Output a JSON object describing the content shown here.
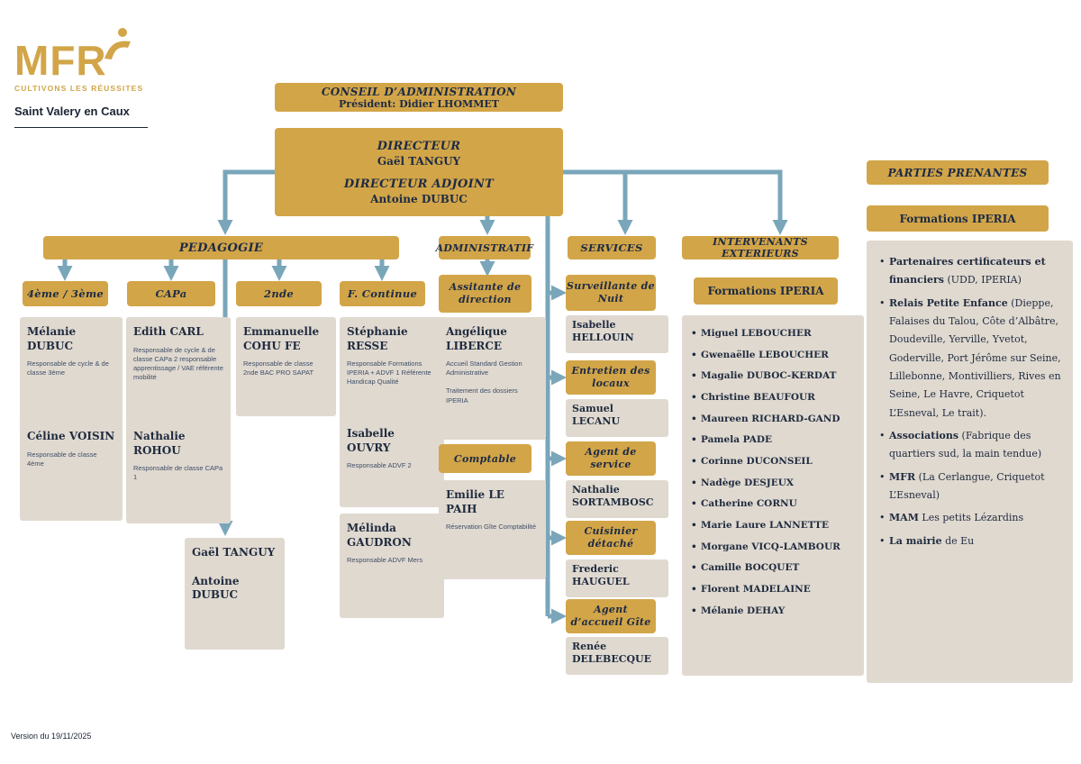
{
  "colors": {
    "gold": "#D2A548",
    "beige": "#E0D9D0",
    "blue": "#7AA6BA",
    "navy": "#1D2B45"
  },
  "logo": {
    "brand": "MFR",
    "tagline": "CULTIVONS LES RÉUSSITES",
    "site": "Saint Valery en Caux"
  },
  "board": {
    "title": "CONSEIL D’ADMINISTRATION",
    "president": "Président: Didier LHOMMET"
  },
  "direction": {
    "role1": "DIRECTEUR",
    "name1": "Gaël TANGUY",
    "role2": "DIRECTEUR ADJOINT",
    "name2": "Antoine DUBUC"
  },
  "pedagogie": {
    "label": "PEDAGOGIE",
    "columns": [
      {
        "header": "4ème / 3ème",
        "cards": [
          {
            "name": "Mélanie DUBUC",
            "role": "Responsable de cycle & de classe 3ème"
          },
          {
            "name": "Céline VOISIN",
            "role": "Responsable de classe 4ème"
          }
        ]
      },
      {
        "header": "CAPa",
        "cards": [
          {
            "name": "Edith CARL",
            "role": "Responsable de cycle & de classe CAPa 2 responsable apprentissage / VAE référente mobilité"
          },
          {
            "name": "Nathalie ROHOU",
            "role": "Responsable de classe CAPa 1"
          }
        ]
      },
      {
        "header": "2nde",
        "cards": [
          {
            "name": "Emmanuelle COHU FE",
            "role": "Responsable de classe 2nde BAC PRO SAPAT"
          }
        ]
      },
      {
        "header": "F. Continue",
        "cards": [
          {
            "name": "Stéphanie RESSE",
            "role": "Responsable Formations IPERIA + ADVF 1 Référente Handicap Qualité"
          },
          {
            "name": "Isabelle OUVRY",
            "role": "Responsable ADVF 2"
          },
          {
            "name": "Mélinda GAUDRON",
            "role": "Responsable ADVF Mers"
          }
        ]
      }
    ],
    "direction_card": {
      "name1": "Gaël TANGUY",
      "name2": "Antoine DUBUC"
    }
  },
  "administratif": {
    "label": "ADMINISTRATIF",
    "sections": [
      {
        "header": "Assitante de direction",
        "name": "Angélique LIBERCE",
        "role1": "Accueil Standard Gestion Administrative",
        "role2": "Traitement des dossiers IPERIA"
      },
      {
        "header": "Comptable",
        "name": "Emilie LE PAIH",
        "role1": "Réservation Gîte Comptabilité"
      }
    ]
  },
  "services": {
    "label": "SERVICES",
    "items": [
      {
        "title": "Surveillante de Nuit",
        "person": "Isabelle HELLOUIN"
      },
      {
        "title": "Entretien des locaux",
        "person": "Samuel LECANU"
      },
      {
        "title": "Agent de service",
        "person": "Nathalie SORTAMBOSC"
      },
      {
        "title": "Cuisinier détaché",
        "person": "Frederic HAUGUEL"
      },
      {
        "title": "Agent d’accueil Gîte",
        "person": "Renée DELEBECQUE"
      }
    ]
  },
  "intervenants": {
    "label": "INTERVENANTS EXTERIEURS",
    "header": "Formations IPERIA",
    "names": [
      "Miguel LEBOUCHER",
      "Gwenaëlle LEBOUCHER",
      "Magalie DUBOC-KERDAT",
      "Christine BEAUFOUR",
      "Maureen RICHARD-GAND",
      "Pamela PADE",
      "Corinne DUCONSEIL",
      "Nadège DESJEUX",
      "Catherine CORNU",
      "Marie Laure LANNETTE",
      "Morgane VICQ-LAMBOUR",
      "Camille BOCQUET",
      "Florent MADELAINE",
      "Mélanie DEHAY"
    ]
  },
  "parties": {
    "title": "PARTIES PRENANTES",
    "subtitle": "Formations IPERIA",
    "items": [
      {
        "lead": "Partenaires certificateurs et financiers",
        "rest": " (UDD, IPERIA)"
      },
      {
        "lead": "Relais Petite Enfance",
        "rest": " (Dieppe, Falaises du Talou, Côte d’Albâtre, Doudeville, Yerville, Yvetot, Goderville, Port Jérôme sur Seine, Lillebonne, Montivilliers, Rives en Seine, Le Havre, Criquetot L’Esneval, Le trait)."
      },
      {
        "lead": "Associations",
        "rest": " (Fabrique des quartiers sud, la main tendue)"
      },
      {
        "lead": "MFR",
        "rest": " (La Cerlangue, Criquetot L’Esneval)"
      },
      {
        "lead": "MAM",
        "rest": " Les petits Lézardins"
      },
      {
        "lead": "La mairie",
        "rest": " de Eu"
      }
    ]
  },
  "footer": {
    "version": "Version du 19/11/2025"
  }
}
